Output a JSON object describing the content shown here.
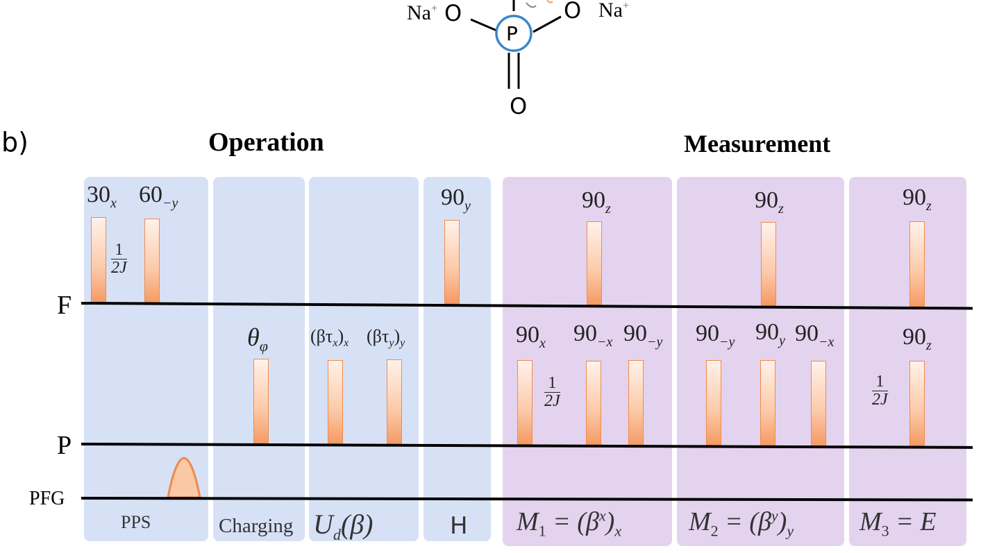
{
  "panel_label": "b)",
  "headers": {
    "operation": "Operation",
    "measurement": "Measurement"
  },
  "molecule": {
    "na_left": "Na",
    "na_right": "Na",
    "plus": "+",
    "o_left": "O",
    "o_right": "O",
    "o_bottom": "O",
    "p_center": "P"
  },
  "channels": {
    "f": "F",
    "p": "P",
    "pfg": "PFG"
  },
  "fraction": {
    "numerator": "1",
    "denominator": "2J"
  },
  "f_pulse_labels": [
    {
      "base": "30",
      "sub": "x"
    },
    {
      "base": "60",
      "sub": "−y"
    },
    {
      "base": "90",
      "sub": "y"
    },
    {
      "base": "90",
      "sub": "z"
    },
    {
      "base": "90",
      "sub": "z"
    },
    {
      "base": "90",
      "sub": "z"
    }
  ],
  "p_pulse_labels": [
    {
      "base": "θ",
      "sub": "φ"
    },
    {
      "base": "(βτ",
      "sub": "x",
      "tail": ")",
      "tail_sub": "x"
    },
    {
      "base": "(βτ",
      "sub": "y",
      "tail": ")",
      "tail_sub": "y"
    },
    {
      "base": "90",
      "sub": "x"
    },
    {
      "base": "90",
      "sub": "−x"
    },
    {
      "base": "90",
      "sub": "−y"
    },
    {
      "base": "90",
      "sub": "−y"
    },
    {
      "base": "90",
      "sub": "y"
    },
    {
      "base": "90",
      "sub": "−x"
    },
    {
      "base": "90",
      "sub": "z"
    }
  ],
  "block_labels": {
    "pps": "PPS",
    "charging": "Charging",
    "ud": {
      "base": "U",
      "sub": "d",
      "tail": "(β)"
    },
    "h": "H",
    "m1": {
      "base": "M",
      "sub": "1",
      "eq": " = (β",
      "sup": "x",
      "tail": ")",
      "tail_sub": "x"
    },
    "m2": {
      "base": "M",
      "sub": "2",
      "eq": " = (β",
      "sup": "y",
      "tail": ")",
      "tail_sub": "y"
    },
    "m3": {
      "base": "M",
      "sub": "3",
      "eq": " = E"
    }
  },
  "colors": {
    "operation_block": "#d7e1f6",
    "measurement_block": "#e4d3ee",
    "pulse_edge": "#f08a4b",
    "bond_blue": "#3b86c9"
  }
}
